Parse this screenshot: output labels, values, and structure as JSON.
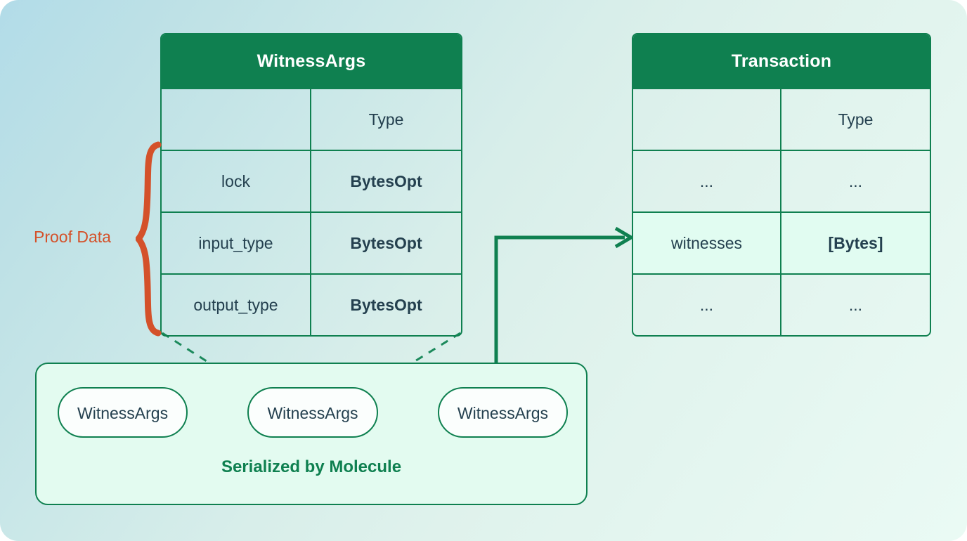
{
  "theme": {
    "brand_green": "#0f8050",
    "text_dark": "#24404f",
    "accent_orange": "#d4512a",
    "highlight_row": "#e1fcf1",
    "panel_fill": "#e3fbf0",
    "pill_fill": "#fbfefd",
    "bg_start": "#b2dce8",
    "bg_end": "#eafaf4"
  },
  "witness_args_table": {
    "title": "WitnessArgs",
    "columns": [
      "",
      "Type"
    ],
    "rows": [
      {
        "name": "",
        "type": "Type",
        "header": true,
        "highlight": false
      },
      {
        "name": "lock",
        "type": "BytesOpt",
        "header": false,
        "highlight": false
      },
      {
        "name": "input_type",
        "type": "BytesOpt",
        "header": false,
        "highlight": false
      },
      {
        "name": "output_type",
        "type": "BytesOpt",
        "header": false,
        "highlight": false
      }
    ]
  },
  "transaction_table": {
    "title": "Transaction",
    "columns": [
      "",
      "Type"
    ],
    "rows": [
      {
        "name": "",
        "type": "Type",
        "header": true,
        "highlight": false
      },
      {
        "name": "...",
        "type": "...",
        "header": false,
        "highlight": false
      },
      {
        "name": "witnesses",
        "type": "[Bytes]",
        "header": false,
        "highlight": true
      },
      {
        "name": "...",
        "type": "...",
        "header": false,
        "highlight": false
      }
    ]
  },
  "annotations": {
    "proof_data_label": "Proof Data",
    "brace_icon": "curly-brace-icon",
    "arrow_icon": "arrow-right-icon",
    "dashed_link_icon": "dashed-connector-icon"
  },
  "molecule_panel": {
    "caption": "Serialized by Molecule",
    "pills": [
      {
        "label": "WitnessArgs"
      },
      {
        "label": "WitnessArgs"
      },
      {
        "label": "WitnessArgs"
      }
    ]
  }
}
